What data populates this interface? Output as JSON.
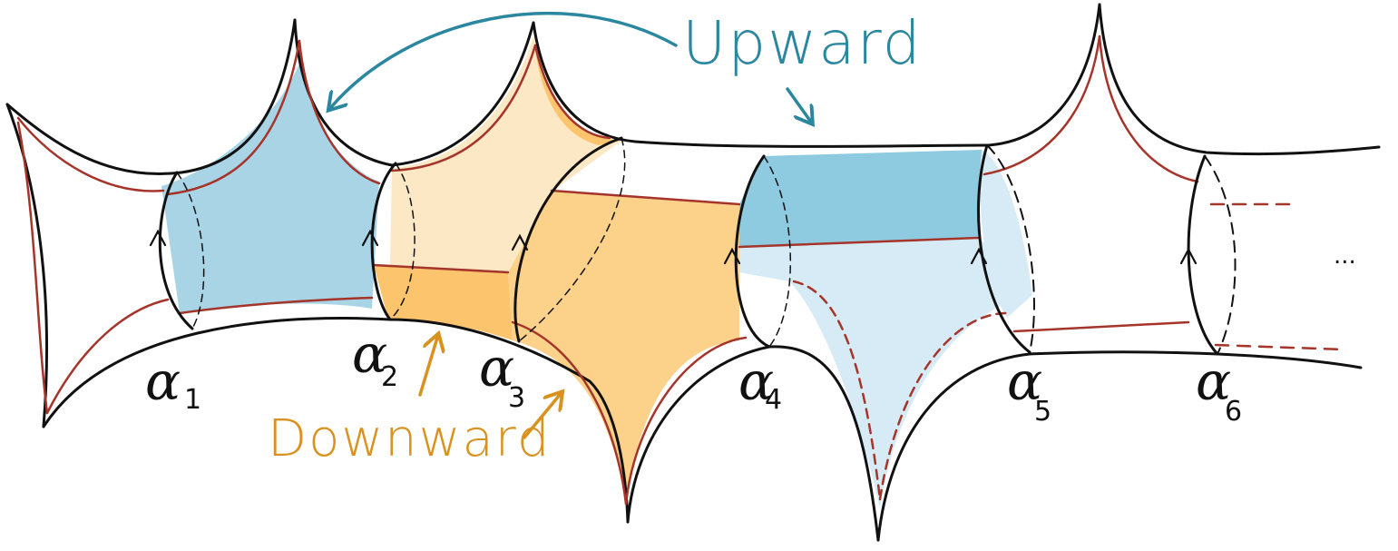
{
  "annotations": {
    "upward": "Upward",
    "downward": "Downward",
    "ellipsis": "..."
  },
  "curves": [
    {
      "symbol": "α",
      "index": "1"
    },
    {
      "symbol": "α",
      "index": "2"
    },
    {
      "symbol": "α",
      "index": "3"
    },
    {
      "symbol": "α",
      "index": "4"
    },
    {
      "symbol": "α",
      "index": "5"
    },
    {
      "symbol": "α",
      "index": "6"
    }
  ],
  "colors": {
    "upward": "#2b86a0",
    "downward": "#d99220",
    "blue_fill": "#a8d4e6",
    "blue_fill_dark": "#8fcbe0",
    "blue_fill_light": "#d6ebf5",
    "orange_fill": "#fcd18a",
    "orange_fill_light": "#fde8c6",
    "orange_fill_mid": "#fbc46d",
    "geodesic": "#a5352a",
    "outline": "#111111"
  }
}
